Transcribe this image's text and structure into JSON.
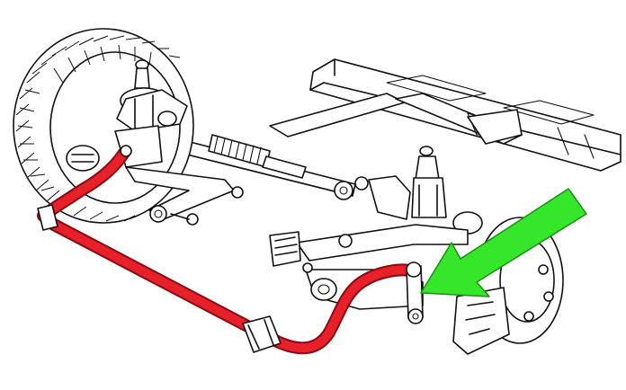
{
  "diagram": {
    "colors": {
      "background": "#ffffff",
      "line_art": "#111111",
      "highlight_bar": "#e8202a",
      "highlight_outline": "#8a0a10",
      "arrow_fill": "#35e62a",
      "arrow_outline": "#1b8f14"
    },
    "parts": [
      {
        "id": "wheel-tire",
        "kind": "tire"
      },
      {
        "id": "strut-left",
        "kind": "strut"
      },
      {
        "id": "strut-right",
        "kind": "strut"
      },
      {
        "id": "steering-rack",
        "kind": "rack"
      },
      {
        "id": "subframe",
        "kind": "frame"
      },
      {
        "id": "lower-control-arm-left",
        "kind": "arm"
      },
      {
        "id": "lower-control-arm-right",
        "kind": "arm"
      },
      {
        "id": "brake-rotor-hub",
        "kind": "hub"
      },
      {
        "id": "sway-bar",
        "kind": "highlighted-part"
      },
      {
        "id": "sway-bar-end-link",
        "kind": "pointed-part"
      }
    ],
    "pointer": {
      "icon": "arrow-icon",
      "points_to": "sway-bar-end-link"
    }
  }
}
